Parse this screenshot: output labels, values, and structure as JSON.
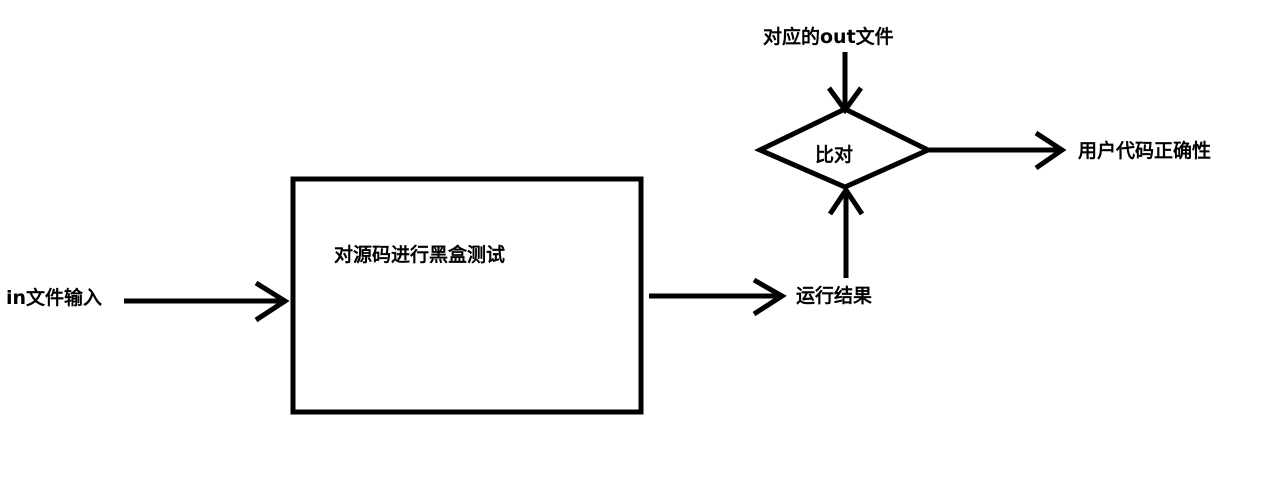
{
  "diagram": {
    "input_label": "in文件输入",
    "process_box_label": "对源码进行黑盒测试",
    "result_label": "运行结果",
    "decision_label": "比对",
    "expected_output_label": "对应的out文件",
    "final_output_label": "用户代码正确性",
    "stroke_color": "#000000",
    "background_color": "#ffffff"
  }
}
